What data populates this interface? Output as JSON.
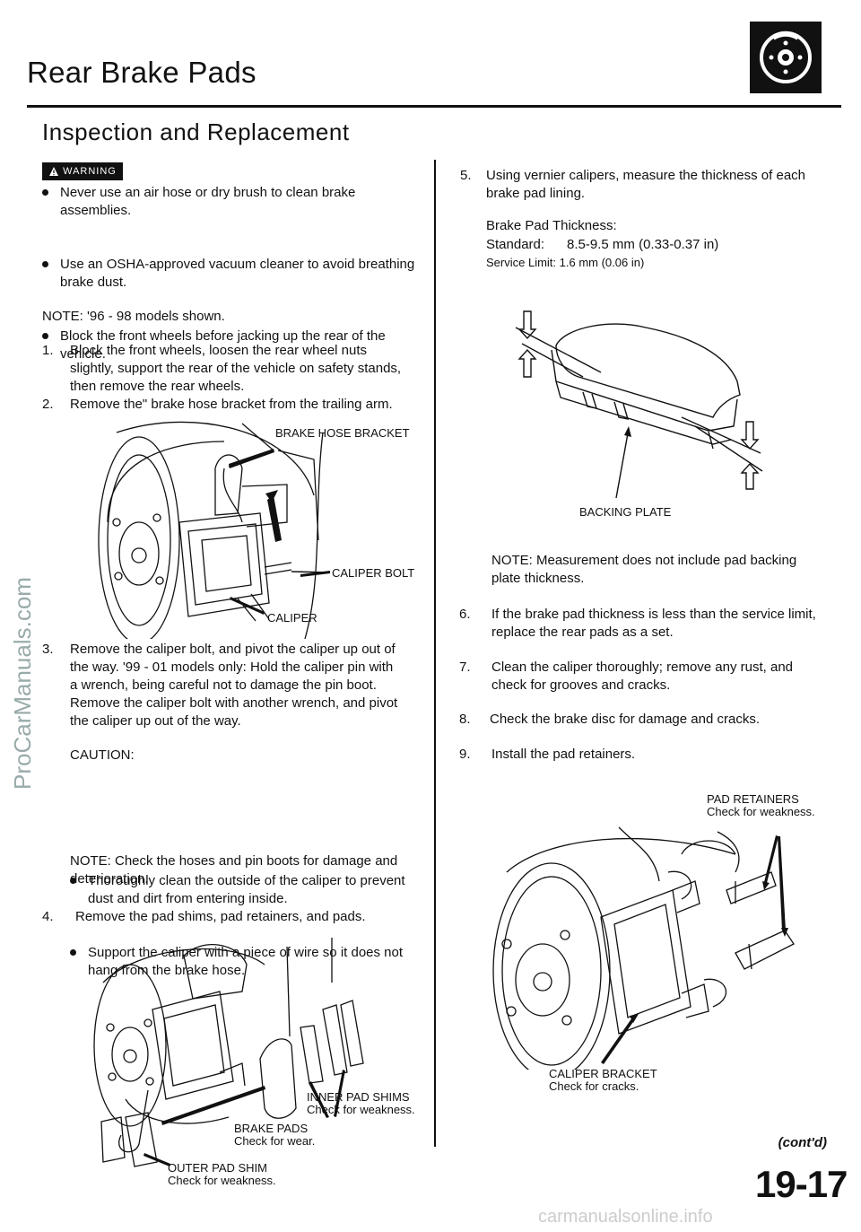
{
  "header": {
    "title": "Rear Brake Pads",
    "subtitle": "Inspection and Replacement",
    "icon": "brake-disc-icon"
  },
  "left": {
    "warning_badge": "WARNING",
    "warnings": [
      "Never use an air hose or dry brush to clean brake assemblies.",
      "Use an OSHA-approved vacuum cleaner to avoid breathing brake dust.",
      "Block the front wheels before jacking up the rear of the vehicle."
    ],
    "note1": "NOTE: '96 - 98 models shown.",
    "step1": "Block the front wheels, loosen the rear wheel nuts slightly, support the rear of the vehicle on safety stands, then remove the rear wheels.",
    "step2": "Remove the\" brake hose bracket from the trailing arm.",
    "fig1_labels": {
      "hose": "BRAKE HOSE BRACKET",
      "bolt": "CALIPER BOLT",
      "caliper": "CALIPER"
    },
    "step3": "Remove the caliper bolt, and pivot the caliper up out of the way. '99 - 01 models only: Hold the caliper pin with a wrench, being careful not to damage the pin boot. Remove the caliper bolt with another wrench, and pivot the caliper up out of the way.",
    "caution_head": "CAUTION:",
    "cautions": [
      "Thoroughly clean the outside of the caliper to prevent dust and dirt from entering inside.",
      "Support the caliper with a piece of wire so it does not hang from the brake hose."
    ],
    "note2": "NOTE: Check the hoses and pin boots for damage and deterioration.",
    "step4": "Remove the pad shims, pad retainers, and pads.",
    "fig3_labels": {
      "inner": "INNER PAD SHIMS",
      "inner_sub": "Check for weakness.",
      "pads": "BRAKE PADS",
      "pads_sub": "Check for wear.",
      "outer": "OUTER PAD SHIM",
      "outer_sub": "Check for weakness."
    }
  },
  "right": {
    "step5": "Using vernier calipers, measure the thickness of each brake pad lining.",
    "spec_head": "Brake Pad Thickness:",
    "spec_std": "Standard:      8.5-9.5 mm (0.33-0.37 in)",
    "spec_limit": "Service Limit: 1.6 mm (0.06 in)",
    "fig2_label": "BACKING PLATE",
    "note3": "NOTE: Measurement does not include pad backing plate thickness.",
    "step6": "If the brake pad thickness is less than the service limit, replace the rear pads as a set.",
    "step7": "Clean the caliper thoroughly; remove any rust, and check for grooves and cracks.",
    "step8": "Check the brake disc for damage and cracks.",
    "step9": "Install the pad retainers.",
    "fig4_labels": {
      "ret": "PAD RETAINERS",
      "ret_sub": "Check for weakness.",
      "bracket": "CALIPER BRACKET",
      "bracket_sub": "Check for cracks."
    }
  },
  "footer": {
    "contd": "(cont'd)",
    "page": "19-17"
  },
  "watermarks": {
    "side": "ProCarManuals.com",
    "bottom": "carmanualsonline.info"
  },
  "step_numbers": [
    "1.",
    "2.",
    "3.",
    "4.",
    "5.",
    "6.",
    "7.",
    "8.",
    "9."
  ]
}
